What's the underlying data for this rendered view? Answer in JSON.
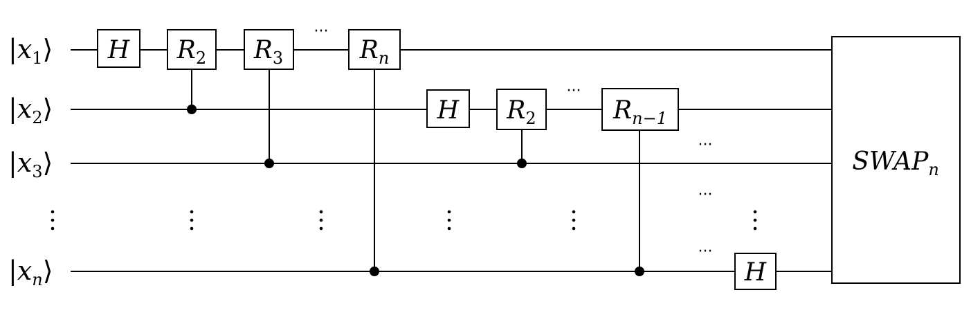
{
  "inputs": [
    {
      "var": "x",
      "index": "1"
    },
    {
      "var": "x",
      "index": "2"
    },
    {
      "var": "x",
      "index": "3"
    },
    {
      "var": "x",
      "index": "n"
    }
  ],
  "gates": {
    "h": "H",
    "r": "R",
    "r2_sub": "2",
    "r3_sub": "3",
    "rn_sub": "n",
    "rn1_sub": "n−1",
    "swap_main": "SWAP",
    "swap_sub": "n"
  },
  "ellipsis": "···",
  "ket_open": "|",
  "ket_close": "⟩"
}
